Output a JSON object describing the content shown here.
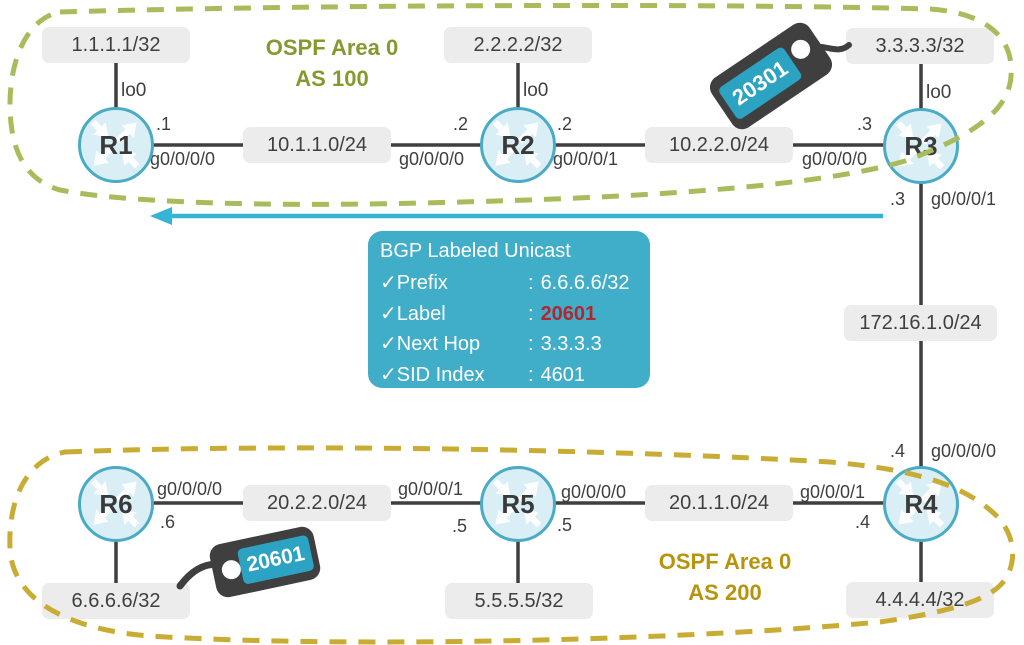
{
  "areas": {
    "as100": {
      "line1": "OSPF Area 0",
      "line2": "AS 100"
    },
    "as200": {
      "line1": "OSPF Area 0",
      "line2": "AS 200"
    }
  },
  "routers": {
    "r1": {
      "name": "R1",
      "loopback": "1.1.1.1/32",
      "lo_if": "lo0"
    },
    "r2": {
      "name": "R2",
      "loopback": "2.2.2.2/32",
      "lo_if": "lo0"
    },
    "r3": {
      "name": "R3",
      "loopback": "3.3.3.3/32",
      "lo_if": "lo0"
    },
    "r4": {
      "name": "R4",
      "loopback": "4.4.4.4/32"
    },
    "r5": {
      "name": "R5",
      "loopback": "5.5.5.5/32"
    },
    "r6": {
      "name": "R6",
      "loopback": "6.6.6.6/32"
    }
  },
  "links": {
    "r1_r2": {
      "network": "10.1.1.0/24",
      "r1_addr": ".1",
      "r1_if": "g0/0/0/0",
      "r2_addr": ".2",
      "r2_if": "g0/0/0/0"
    },
    "r2_r3": {
      "network": "10.2.2.0/24",
      "r2_addr": ".2",
      "r2_if": "g0/0/0/1",
      "r3_addr": ".3",
      "r3_if": "g0/0/0/0"
    },
    "r3_r4": {
      "network": "172.16.1.0/24",
      "r3_addr": ".3",
      "r3_if": "g0/0/0/1",
      "r4_addr": ".4",
      "r4_if": "g0/0/0/0"
    },
    "r6_r5": {
      "network": "20.2.2.0/24",
      "r6_addr": ".6",
      "r6_if": "g0/0/0/0",
      "r5_addr": ".5",
      "r5_if": "g0/0/0/1"
    },
    "r5_r4": {
      "network": "20.1.1.0/24",
      "r5_addr": ".5",
      "r5_if": "g0/0/0/0",
      "r4_addr": ".4",
      "r4_if": "g0/0/0/1"
    }
  },
  "label_tags": {
    "top": {
      "value": "20301"
    },
    "bottom": {
      "value": "20601"
    }
  },
  "bgp_panel": {
    "title": "BGP Labeled Unicast",
    "rows": [
      {
        "check": "✓",
        "name": "Prefix",
        "colon": ":",
        "value": "6.6.6.6/32"
      },
      {
        "check": "✓",
        "name": "Label",
        "colon": ":",
        "value": "20601"
      },
      {
        "check": "✓",
        "name": "Next Hop",
        "colon": ":",
        "value": "3.3.3.3"
      },
      {
        "check": "✓",
        "name": "SID Index",
        "colon": ":",
        "value": "4601"
      }
    ]
  },
  "colors": {
    "panel_teal": "#41aec9",
    "label_red": "#b12730",
    "olive_text": "#85992e",
    "olive_dash": "#a9bc5c",
    "gold_text": "#b8940d",
    "gold_dash": "#c9ac33",
    "router_fill": "#daeef5",
    "router_border": "#4aabc5",
    "arrow_blue": "#35b4d6",
    "line_gray": "#3f3f3f",
    "box_gray": "#ececec"
  }
}
